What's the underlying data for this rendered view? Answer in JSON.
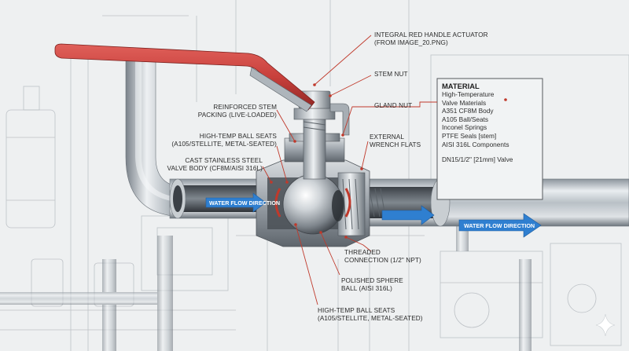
{
  "labels": {
    "handle": [
      "INTEGRAL RED HANDLE ACTUATOR",
      "(FROM IMAGE_20.png)"
    ],
    "stem_nut": [
      "STEM NUT"
    ],
    "gland_nut": [
      "GLAND NUT"
    ],
    "packing": [
      "REINFORCED STEM",
      "PACKING (LIVE-LOADED)"
    ],
    "seats_top": [
      "HIGH-TEMP BALL SEATS",
      "(A105/STELLITE, METAL-SEATED)"
    ],
    "body": [
      "CAST STAINLESS STEEL",
      "VALVE BODY (CF8M/AISI 316L)"
    ],
    "wrench": [
      "EXTERNAL",
      "WRENCH FLATS"
    ],
    "threaded": [
      "THREADED",
      "CONNECTION (1/2\" NPT)"
    ],
    "sphere": [
      "POLISHED SPHERE",
      "BALL (AISI 316L)"
    ],
    "seats_bottom": [
      "HIGH-TEMP BALL SEATS",
      "(A105/STELLITE, METAL-SEATED)"
    ]
  },
  "material": {
    "title": "MATERIAL",
    "items": [
      "High-Temperature",
      "Valve Materials",
      "A351 CF8M Body",
      "A105 Ball/Seats",
      "Inconel Springs",
      "PTFE Seals [stem]",
      "AISI 316L Components"
    ],
    "size": "DN15/1/2\" [21mm] Valve"
  },
  "flow": {
    "left": "WATER FLOW DIRECTION",
    "right": "WATER FLOW DIRECTION"
  },
  "colors": {
    "handle": "#c8403c",
    "leader": "#c0392b",
    "flow_arrow": "#2f7fd0",
    "steel_light": "#e2e6ea",
    "steel_dark": "#7d8690"
  },
  "icons": [
    "sparkle-icon"
  ]
}
